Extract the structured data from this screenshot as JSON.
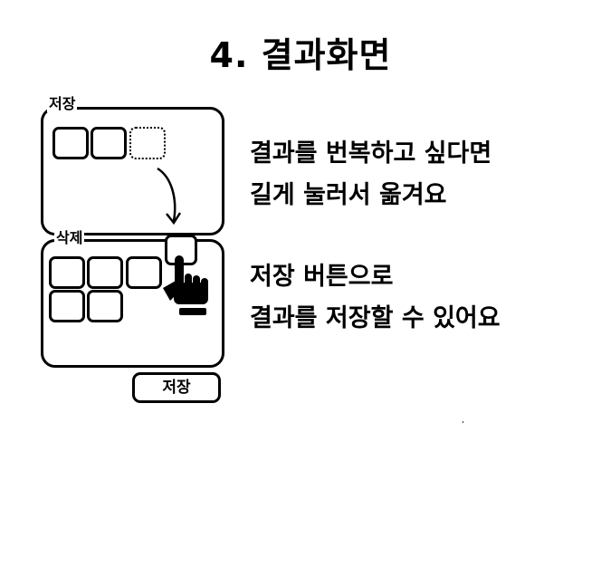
{
  "title": "4. 결과화면",
  "panels": {
    "top_label": "저장",
    "bottom_label": "삭제"
  },
  "save_button": "저장",
  "instructions": [
    {
      "lines": [
        "결과를 번복하고 싶다면",
        "길게 눌러서 옮겨요"
      ]
    },
    {
      "lines": [
        "저장 버튼으로",
        "결과를 저장할 수 있어요"
      ]
    }
  ],
  "icons": [
    "curved-arrow-icon",
    "pointing-hand-icon"
  ]
}
